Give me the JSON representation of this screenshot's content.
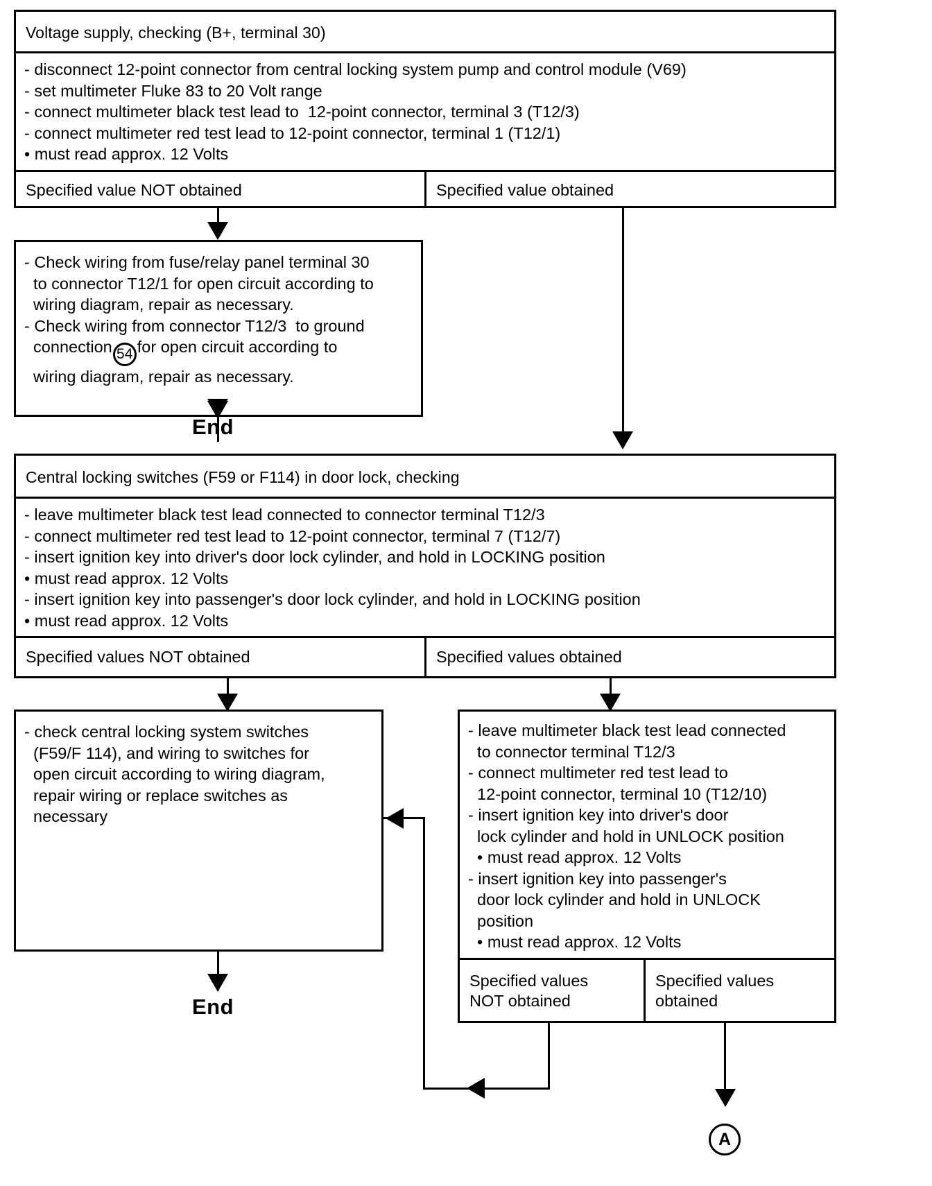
{
  "document": {
    "kind": "automotive-diagnostic-flowchart"
  },
  "colors": {
    "line": "#000000",
    "background": "#ffffff"
  },
  "block1": {
    "title": "Voltage supply, checking (B+, terminal 30)",
    "steps": [
      "- disconnect 12-point connector from central locking system pump and control module (V69)",
      "- set multimeter Fluke 83 to 20 Volt range",
      "- connect multimeter black test lead to  12-point connector, terminal 3 (T12/3)",
      "- connect multimeter red test lead to 12-point connector, terminal 1 (T12/1)",
      "• must read approx. 12 Volts"
    ],
    "result_left": "Specified value NOT obtained",
    "result_right": "Specified value obtained"
  },
  "block2": {
    "lines": [
      "- Check wiring from fuse/relay panel terminal 30",
      "  to connector T12/1 for open circuit according to",
      "  wiring diagram, repair as necessary.",
      "- Check wiring from connector T12/3  to ground",
      "  connection",
      " for open circuit according to",
      "  wiring diagram, repair as necessary."
    ],
    "ground_ref": "54",
    "line4_pre": "- Check wiring from connector T12/3  to ground",
    "line5_a": "  connection",
    "line5_b": "for open circuit according to",
    "line6": "  wiring diagram, repair as necessary."
  },
  "end1": {
    "label": "End"
  },
  "block3": {
    "title": "Central locking switches (F59 or F114) in door lock, checking",
    "steps": [
      "- leave multimeter black test lead connected to connector terminal T12/3",
      "- connect multimeter red test lead to 12-point connector, terminal 7 (T12/7)",
      "- insert ignition key into driver's door lock cylinder, and hold in LOCKING position",
      "• must read approx. 12 Volts",
      "- insert ignition key into passenger's door lock cylinder, and hold in LOCKING position",
      "• must read approx. 12 Volts"
    ],
    "result_left": "Specified values  NOT obtained",
    "result_right": "Specified values obtained"
  },
  "block4": {
    "lines": [
      "- check central locking system switches",
      "  (F59/F 114), and wiring to switches for",
      "  open circuit according to wiring diagram,",
      "  repair wiring or replace switches as",
      "  necessary"
    ]
  },
  "block5": {
    "lines": [
      "- leave multimeter black test lead connected",
      "  to connector terminal T12/3",
      "- connect multimeter red test lead to",
      "  12-point connector, terminal 10 (T12/10)",
      "- insert ignition key into driver's door",
      "  lock cylinder and hold in UNLOCK position",
      "  • must read approx. 12 Volts",
      "- insert ignition key into passenger's",
      "  door lock cylinder and hold in UNLOCK",
      "  position",
      "  • must read approx. 12 Volts"
    ],
    "result_left": "Specified values\nNOT obtained",
    "result_right": "Specified values\nobtained"
  },
  "end2": {
    "label": "End"
  },
  "connector_a": {
    "label": "A"
  }
}
